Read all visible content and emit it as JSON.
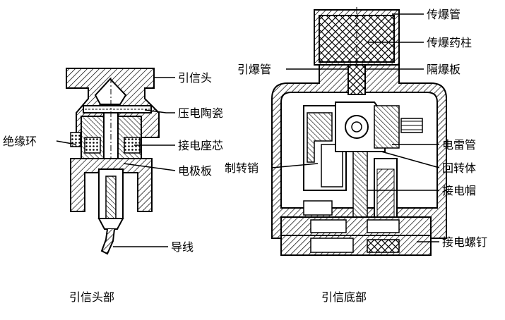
{
  "left_figure": {
    "caption": "引信头部",
    "labels": {
      "head": "引信头",
      "piezo_ceramic": "压电陶瓷",
      "insulating_ring": "绝缘环",
      "contact_seat_core": "接电座芯",
      "electrode_plate": "电极板",
      "lead_wire": "导线"
    }
  },
  "right_figure": {
    "caption": "引信底部",
    "labels": {
      "booster_tube": "传爆管",
      "booster_charge": "传爆药柱",
      "detonator": "引爆管",
      "barrier_plate": "隔爆板",
      "electric_detonator": "电雷管",
      "rotor": "回转体",
      "rotor_lock_pin": "制转销",
      "contact_cap": "接电帽",
      "contact_screw": "接电螺钉"
    }
  }
}
